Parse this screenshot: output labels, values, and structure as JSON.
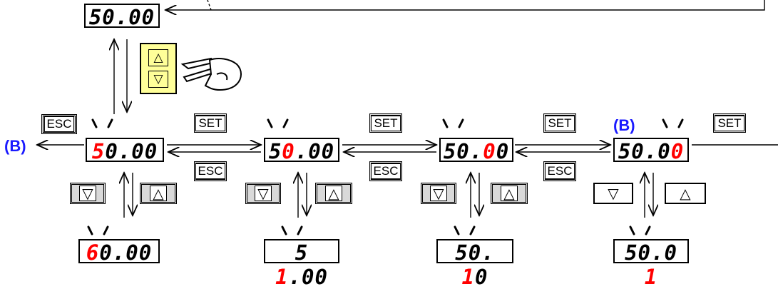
{
  "top_display": {
    "text": "50.00"
  },
  "displays": [
    {
      "id": "d1",
      "pre": "",
      "hl": "5",
      "post": "0.00"
    },
    {
      "id": "d2",
      "pre": "5",
      "hl": "0",
      "post": ".00"
    },
    {
      "id": "d3",
      "pre": "50.",
      "hl": "0",
      "post": "0"
    },
    {
      "id": "d4",
      "pre": "50.0",
      "hl": "0",
      "post": ""
    },
    {
      "id": "b1",
      "pre": "",
      "hl": "6",
      "post": "0.00"
    },
    {
      "id": "b2",
      "pre": "5 ",
      "hl": "1",
      "post": ".00"
    },
    {
      "id": "b3",
      "pre": "50. ",
      "hl": "1",
      "post": "0"
    },
    {
      "id": "b4",
      "pre": "50.0 ",
      "hl": "1",
      "post": ""
    }
  ],
  "keys": {
    "esc": "ESC",
    "set": "SET",
    "up": "△",
    "down": "▽"
  },
  "labels": {
    "b_left": "(B)",
    "b_right": "(B)"
  },
  "colors": {
    "highlight": "#ff0000",
    "label": "#1a1aff",
    "panel": "#ffff99"
  }
}
